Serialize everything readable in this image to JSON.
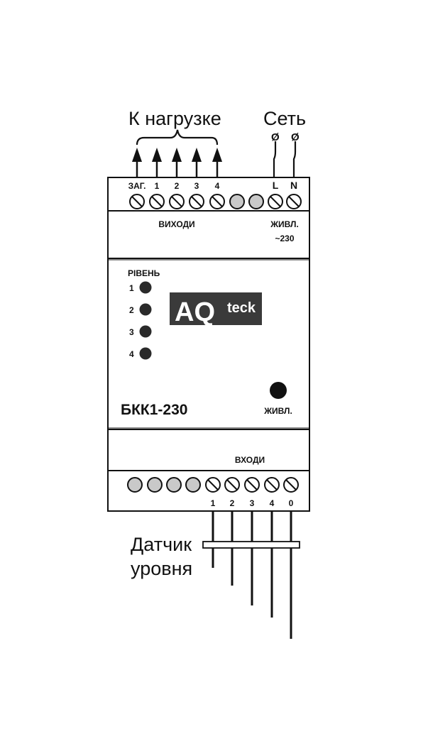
{
  "labels": {
    "load": "К нагрузке",
    "network": "Сеть",
    "sensor_line1": "Датчик",
    "sensor_line2": "уровня",
    "phase_symbol": "Ø"
  },
  "top_terminals": {
    "labels": [
      "ЗАГ.",
      "1",
      "2",
      "3",
      "4",
      "L",
      "N"
    ],
    "outputs_caption": "ВИХОДИ",
    "power_caption_line1": "ЖИВЛ.",
    "power_caption_line2": "~230"
  },
  "front_panel": {
    "level_title": "РІВЕНЬ",
    "level_leds": [
      "1",
      "2",
      "3",
      "4"
    ],
    "logo_main": "AQ",
    "logo_suffix": "teck",
    "model": "БКК1-230",
    "power_led_label": "ЖИВЛ."
  },
  "bottom_terminals": {
    "inputs_caption": "ВХОДИ",
    "labels": [
      "1",
      "2",
      "3",
      "4",
      "0"
    ]
  },
  "colors": {
    "outline": "#111111",
    "filled_terminal": "#c9c9c9",
    "led": "#2a2a2a",
    "logo_bg": "#3a3a3a"
  }
}
